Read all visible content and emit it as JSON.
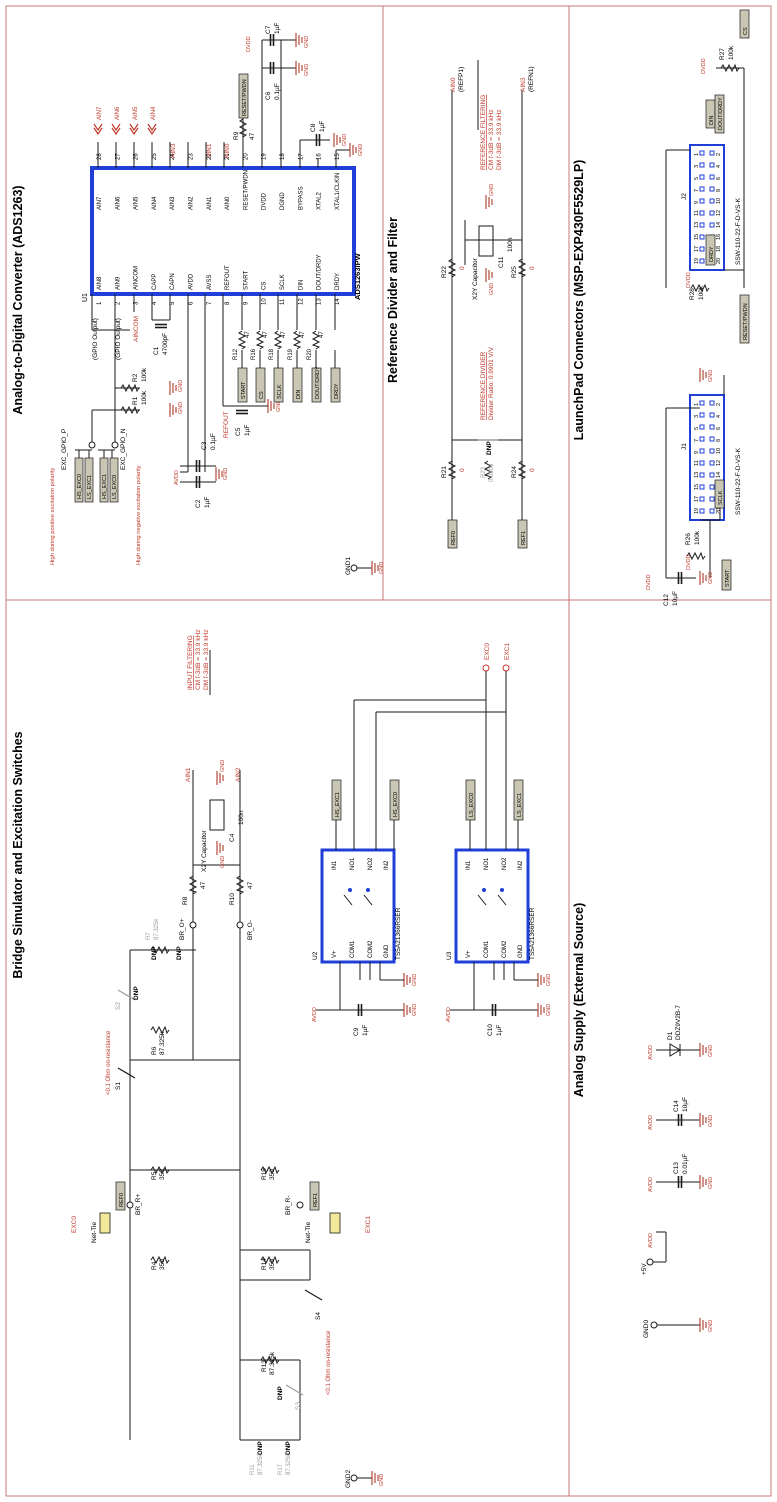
{
  "titles": {
    "adc": "Analog-to-Digital Converter (ADS1263)",
    "refdiv": "Reference Divider and Filter",
    "launchpad": "LaunchPad Connectors (MSP-EXP430F5529LP)",
    "bridge": "Bridge Simulator and Excitation Switches",
    "supply": "Analog Supply (External Source)"
  },
  "adc": {
    "chip_name": "ADS1263IPW",
    "chip_ref": "U1",
    "left_pins": [
      {
        "num": "1",
        "name": "AIN8"
      },
      {
        "num": "2",
        "name": "AIN9"
      },
      {
        "num": "3",
        "name": "AINCOM"
      },
      {
        "num": "4",
        "name": "CAPP"
      },
      {
        "num": "5",
        "name": "CAPN"
      },
      {
        "num": "6",
        "name": "AVDD"
      },
      {
        "num": "7",
        "name": "AVSS"
      },
      {
        "num": "8",
        "name": "REFOUT"
      },
      {
        "num": "9",
        "name": "START"
      },
      {
        "num": "10",
        "name": "CS"
      },
      {
        "num": "11",
        "name": "SCLK"
      },
      {
        "num": "12",
        "name": "DIN"
      },
      {
        "num": "13",
        "name": "DOUT/DRDY"
      },
      {
        "num": "14",
        "name": "DRDY"
      }
    ],
    "right_pins": [
      {
        "num": "28",
        "name": "AIN7"
      },
      {
        "num": "27",
        "name": "AIN6"
      },
      {
        "num": "26",
        "name": "AIN5"
      },
      {
        "num": "25",
        "name": "AIN4"
      },
      {
        "num": "24",
        "name": "AIN3"
      },
      {
        "num": "23",
        "name": "AIN2"
      },
      {
        "num": "22",
        "name": "AIN1"
      },
      {
        "num": "21",
        "name": "AIN0"
      },
      {
        "num": "20",
        "name": "RESET/PWDN"
      },
      {
        "num": "19",
        "name": "DVDD"
      },
      {
        "num": "18",
        "name": "DGND"
      },
      {
        "num": "17",
        "name": "BYPASS"
      },
      {
        "num": "16",
        "name": "XTAL2"
      },
      {
        "num": "15",
        "name": "XTAL1/CLKIN"
      }
    ],
    "gpio_labels": [
      "(GPIO Output)",
      "(GPIO Output)"
    ],
    "ainx_labels": [
      "AIN7",
      "AIN6",
      "AIN5",
      "AIN4"
    ],
    "ain_net_labels": [
      "AIN3",
      "AIN1",
      "AIN0"
    ],
    "aincom_label": "AINCOM",
    "refout_label": "REFOUT",
    "exc_gpio_p": "EXC_GPIO_P",
    "exc_gpio_n": "EXC_GPIO_N",
    "note_pos": "High during positive excitation polarity",
    "note_neg": "High during negative excitation polarity",
    "flags": {
      "hs_exc0": "HS_EXC0",
      "ls_exc1": "LS_EXC1",
      "hs_exc1": "HS_EXC1",
      "ls_exc0": "LS_EXC0"
    },
    "digital_flags": [
      "START",
      "CS",
      "SCLK",
      "DIN",
      "DOUT/DRDY",
      "DRDY"
    ],
    "reset_flag": "RESET/PWDN",
    "series_resistors": [
      {
        "ref": "R12",
        "val": "47"
      },
      {
        "ref": "R16",
        "val": "47"
      },
      {
        "ref": "R18",
        "val": "47"
      },
      {
        "ref": "R19",
        "val": "47"
      },
      {
        "ref": "R20",
        "val": "47"
      }
    ],
    "components": {
      "r1_ref": "R1",
      "r1_val": "100k",
      "r2_ref": "R2",
      "r2_val": "100k",
      "c1_ref": "C1",
      "c1_val": "4700pF",
      "c2_ref": "C2",
      "c2_val": "1µF",
      "c3_ref": "C3",
      "c3_val": "0.1µF",
      "c5_ref": "C5",
      "c5_val": "1µF",
      "c6_ref": "C6",
      "c6_val": "0.1µF",
      "c7_ref": "C7",
      "c7_val": "1µF",
      "c8_ref": "C8",
      "c8_val": "1µF",
      "r9_ref": "R9",
      "r9_val": "47",
      "r27_ref": "R27",
      "r27_val": "100k"
    },
    "dvdd": "DVDD",
    "avdd": "AVDD",
    "gnd": "GND",
    "gnd1": "GND1"
  },
  "refdiv": {
    "ain0_label": "AIN0",
    "refp1": "(REFP1)",
    "ain3_label": "AIN3",
    "refn1": "(REFN1)",
    "filter_title": "REFERENCE FILTERING",
    "filter_cm": "CM f-3dB = 33.9 kHz",
    "filter_dm": "DM f-3dB = 33.9 kHz",
    "divider_title": "REFERENCE DIVIDER",
    "divider_ratio": "Divider Ratio: 0.9901 V/V",
    "x2y": "X2Y Capacitor",
    "c11_ref": "C11",
    "c11_val": "100n",
    "r21_ref": "R21",
    "r21_val": "0",
    "r22_ref": "R22",
    "r22_val": "0",
    "r23_ref": "R23",
    "r23_val": "0.0806",
    "r24_ref": "R24",
    "r24_val": "0",
    "r25_ref": "R25",
    "r25_val": "0",
    "dnp": "DNP",
    "ref0_flag": "REF0",
    "ref1_flag": "REF1"
  },
  "launchpad": {
    "j1_ref": "J1",
    "j1_part": "SSW-110-22-F-D-VS-K",
    "j2_ref": "J2",
    "j2_part": "SSW-110-22-F-D-VS-K",
    "pins_odd": [
      "1",
      "3",
      "5",
      "7",
      "9",
      "11",
      "13",
      "15",
      "17",
      "19"
    ],
    "pins_even": [
      "2",
      "4",
      "6",
      "8",
      "10",
      "12",
      "14",
      "16",
      "18",
      "20"
    ],
    "r26_ref": "R26",
    "r26_val": "100k",
    "r28_ref": "R28",
    "r28_val": "100k",
    "c12_ref": "C12",
    "c12_val": "10µF",
    "flags": {
      "sclk": "SCLK",
      "start": "START",
      "drdy": "DRDY",
      "din": "DIN",
      "dout": "DOUT/DRDY",
      "cs": "CS",
      "reset": "RESET/PWDN"
    }
  },
  "bridge": {
    "input_filter_title": "INPUT FILTERING",
    "filter_cm": "CM f-3dB = 33.9 kHz",
    "filter_dm": "DM f-3dB = 33.9 kHz",
    "ain1_label": "AIN1",
    "ain2_label": "AIN2",
    "x2y": "X2Y Capacitor",
    "c4_ref": "C4",
    "c4_val": "100n",
    "r8_ref": "R8",
    "r8_val": "47",
    "r10_ref": "R10",
    "r10_val": "47",
    "br_op": "BR_O+",
    "br_on": "BR_O-",
    "br_rp": "BR_R+",
    "br_rn": "BR_R-",
    "r4_ref": "R4",
    "r4_val": "350",
    "r5_ref": "R5",
    "r5_val": "350",
    "r14_ref": "R14",
    "r14_val": "350",
    "r15_ref": "R15",
    "r15_val": "350",
    "r6_ref": "R6",
    "r6_val": "87.325k",
    "r7_ref": "R7",
    "r7_val": "87.325k",
    "r11_ref": "R11",
    "r11_val": "87.325k",
    "r13_ref": "R13",
    "r13_val": "87.325k",
    "r17_ref": "R17",
    "r17_val": "87.325k",
    "s1": "S1",
    "s2": "S2",
    "s3": "S3",
    "s4": "S4",
    "on_res": "<0.1 Ohm on-resistance",
    "net_tie": "Net-Tie",
    "ref0_flag": "REF0",
    "ref1_flag": "REF1",
    "exc0": "EXC0",
    "exc1": "EXC1",
    "dnp": "DNP",
    "u2_ref": "U2",
    "u3_ref": "U3",
    "switch_part": "TS5A21366RSER",
    "switch_pins": [
      "IN1",
      "NO1",
      "NO2",
      "IN2",
      "V+",
      "COM1",
      "COM2",
      "GND"
    ],
    "c9_ref": "C9",
    "c9_val": "1µF",
    "c10_ref": "C10",
    "c10_val": "1µF",
    "hs_exc1": "HS_EXC1",
    "hs_exc0": "HS_EXC0",
    "ls_exc0": "LS_EXC0",
    "ls_exc1": "LS_EXC1",
    "gnd2": "GND2"
  },
  "supply": {
    "plus5v": "+5V",
    "gnd0": "GND0",
    "avdd": "AVDD",
    "gnd": "GND",
    "c13_ref": "C13",
    "c13_val": "0.01µF",
    "c14_ref": "C14",
    "c14_val": "10µF",
    "d1_ref": "D1",
    "d1_val": "DDZ9V2B-7"
  },
  "colors": {
    "wire": "#1a1a1a",
    "chip": "#1f3fd6",
    "net_red": "#c0392b",
    "flag_fill": "#c9c6b4",
    "border": "#c97a7a",
    "dnp_gray": "#9c9c9c",
    "switch_blue": "#1f3fd6"
  }
}
